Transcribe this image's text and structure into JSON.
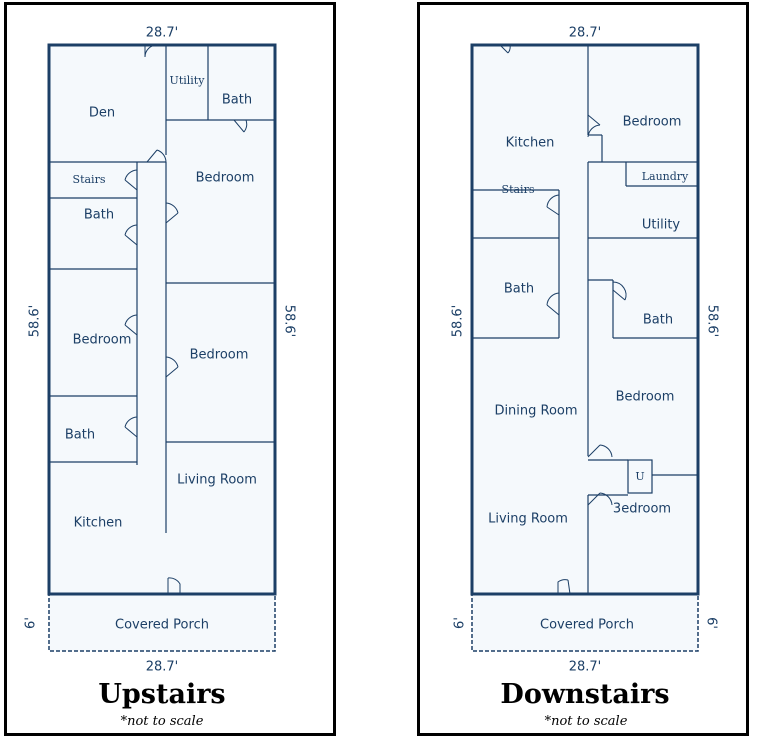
{
  "upstairs": {
    "heading": "Upstairs",
    "note": "*not to scale",
    "width_top": "28.7'",
    "width_bottom": "28.7'",
    "length_left": "58.6'",
    "length_right": "58.6'",
    "porch_depth": "6'",
    "rooms": {
      "den": "Den",
      "utility": "Utility",
      "bath_top": "Bath",
      "stairs": "Stairs",
      "bedroom_right_top": "Bedroom",
      "bath_left": "Bath",
      "bedroom_left": "Bedroom",
      "bedroom_right_mid": "Bedroom",
      "bath_left_low": "Bath",
      "living_room": "Living Room",
      "kitchen": "Kitchen",
      "porch": "Covered Porch"
    }
  },
  "downstairs": {
    "heading": "Downstairs",
    "note": "*not to scale",
    "width_top": "28.7'",
    "width_bottom": "28.7'",
    "length_left": "58.6'",
    "length_right": "58.6'",
    "porch_depth_left": "6'",
    "porch_depth_right": "6'",
    "rooms": {
      "kitchen": "Kitchen",
      "bedroom_top": "Bedroom",
      "laundry": "Laundry",
      "stairs": "Stairs",
      "utility": "Utility",
      "bath_left": "Bath",
      "bath_right": "Bath",
      "dining_room": "Dining Room",
      "bedroom_mid": "Bedroom",
      "u": "U",
      "bedroom_low": "3edroom",
      "living_room": "Living Room",
      "porch": "Covered Porch"
    }
  }
}
